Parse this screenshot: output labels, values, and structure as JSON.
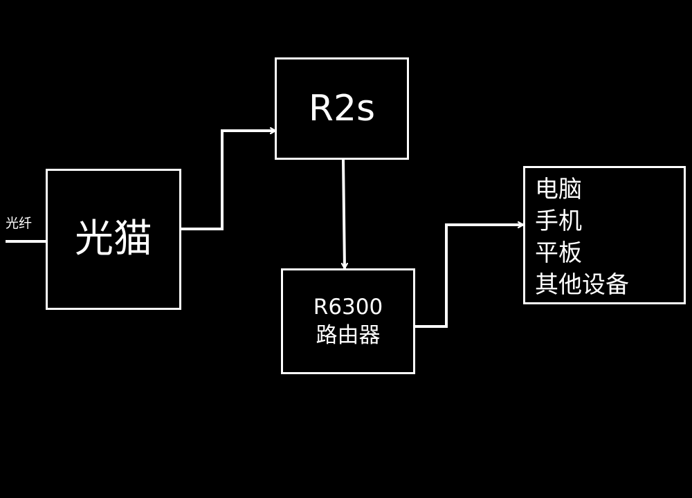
{
  "input_label": "光纤",
  "modem": {
    "label": "光猫"
  },
  "r2s": {
    "label": "R2s"
  },
  "router": {
    "model": "R6300",
    "label": "路由器"
  },
  "devices": {
    "items": [
      "电脑",
      "手机",
      "平板",
      "其他设备"
    ]
  },
  "colors": {
    "background": "#000000",
    "foreground": "#ffffff"
  }
}
